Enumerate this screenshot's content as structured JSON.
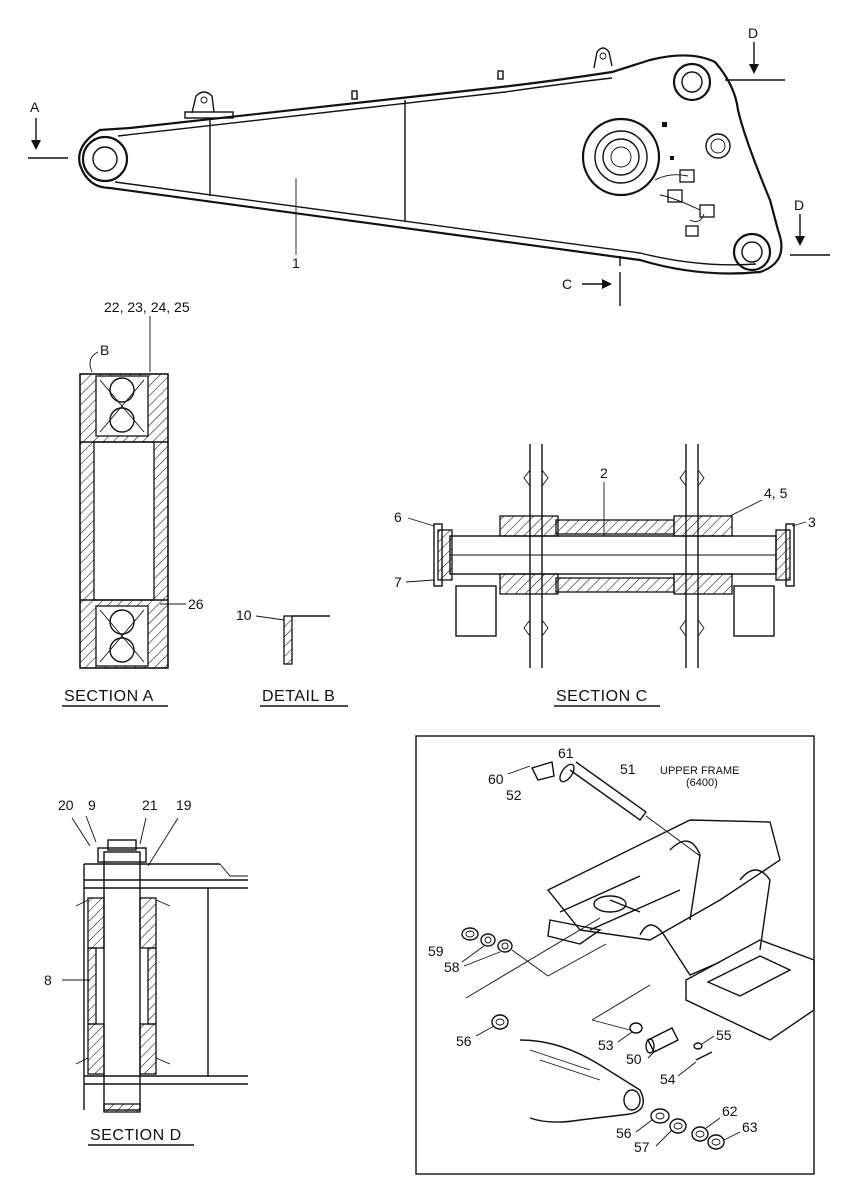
{
  "views": {
    "section_a": "SECTION  A",
    "detail_b": "DETAIL  B",
    "section_c": "SECTION  C",
    "section_d": "SECTION  D"
  },
  "inset": {
    "title_line1": "UPPER FRAME",
    "title_line2": "(6400)"
  },
  "cut_markers": {
    "a": "A",
    "c": "C",
    "d_top": "D",
    "d_bottom": "D",
    "b": "B"
  },
  "callouts": {
    "c1": "1",
    "c2": "2",
    "c3": "3",
    "c4_5": "4, 5",
    "c6": "6",
    "c7": "7",
    "c8": "8",
    "c9": "9",
    "c10": "10",
    "c19": "19",
    "c20": "20",
    "c21": "21",
    "c22_25": "22, 23, 24, 25",
    "c26": "26",
    "c50": "50",
    "c51": "51",
    "c52": "52",
    "c53": "53",
    "c54": "54",
    "c55": "55",
    "c56a": "56",
    "c56b": "56",
    "c57": "57",
    "c58": "58",
    "c59": "59",
    "c60": "60",
    "c61": "61",
    "c62": "62",
    "c63": "63"
  }
}
